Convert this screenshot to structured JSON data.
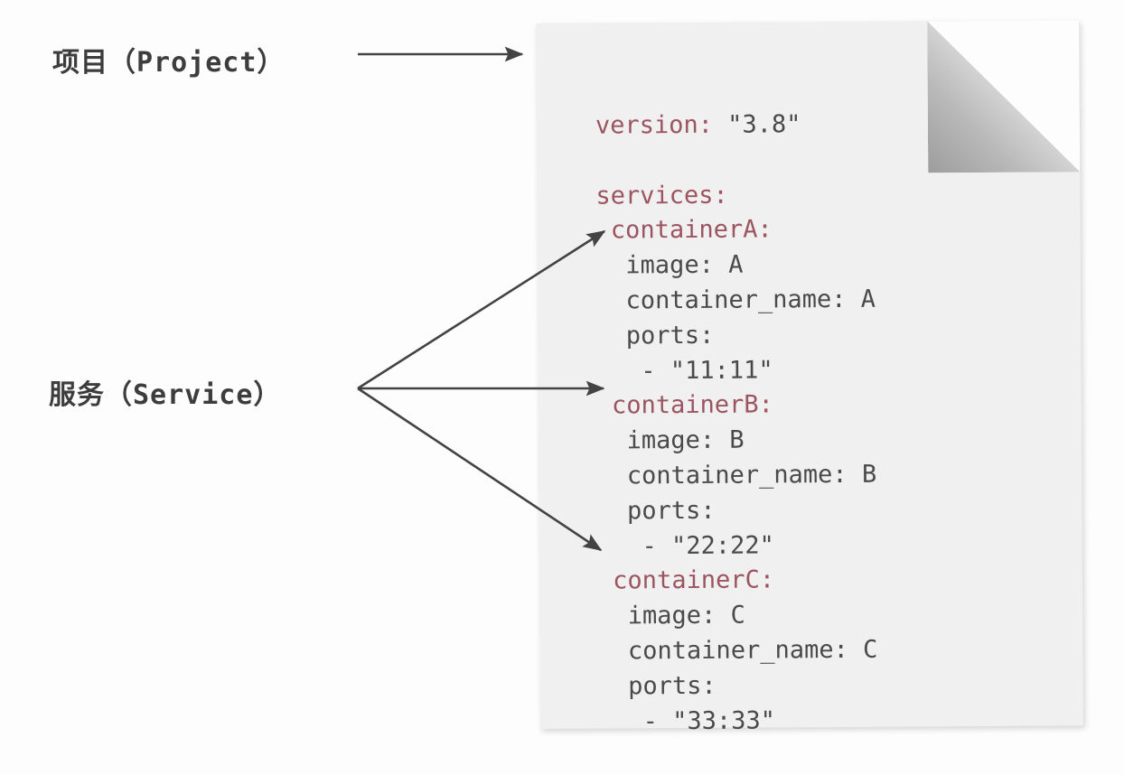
{
  "labels": {
    "project": "项目（Project）",
    "service": "服务（Service）"
  },
  "paper": {
    "fold_icon": "page-fold-corner"
  },
  "yaml": {
    "version_key": "version:",
    "version_value": "\"3.8\"",
    "services_key": "services:",
    "services": [
      {
        "name_key": "containerA:",
        "image_key": "image:",
        "image_value": "A",
        "container_name_key": "container_name:",
        "container_name_value": "A",
        "ports_key": "ports:",
        "ports_item": "- \"11:11\""
      },
      {
        "name_key": "containerB:",
        "image_key": "image:",
        "image_value": "B",
        "container_name_key": "container_name:",
        "container_name_value": "B",
        "ports_key": "ports:",
        "ports_item": "- \"22:22\""
      },
      {
        "name_key": "containerC:",
        "image_key": "image:",
        "image_value": "C",
        "container_name_key": "container_name:",
        "container_name_value": "C",
        "ports_key": "ports:",
        "ports_item": "- \"33:33\""
      }
    ]
  },
  "arrows": [
    {
      "name": "arrow-project-to-file"
    },
    {
      "name": "arrow-service-to-containerA"
    },
    {
      "name": "arrow-service-to-containerB"
    },
    {
      "name": "arrow-service-to-containerC"
    }
  ],
  "colors": {
    "background": "#fdfdfd",
    "paper": "#f0f0f0",
    "key_accent": "#9c5560",
    "value_text": "#4a4a4a",
    "label_text": "#3d3d3d",
    "arrow": "#434343"
  }
}
